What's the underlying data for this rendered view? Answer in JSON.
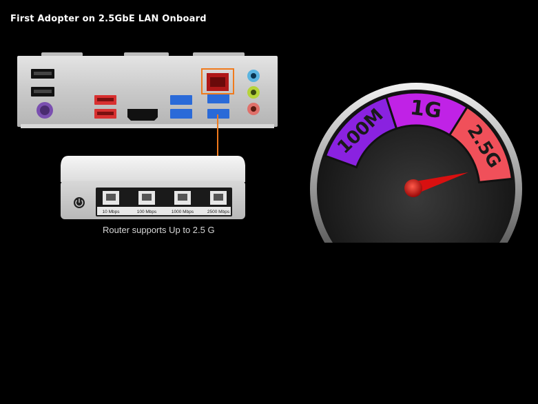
{
  "title": "First Adopter on 2.5GbE LAN Onboard",
  "router": {
    "caption": "Router supports Up to 2.5 G",
    "ports": [
      "10 Mbps",
      "100 Mbps",
      "1000 Mbps",
      "2500 Mbps"
    ],
    "power_icon": "power-icon"
  },
  "gauge": {
    "segments": [
      {
        "label": "100M",
        "color": "#8a22e0"
      },
      {
        "label": "1G",
        "color": "#c022e6"
      },
      {
        "label": "2.5G",
        "color": "#f0505a"
      }
    ],
    "needle_color": "#d81010"
  },
  "colors": {
    "highlight": "#f07a1c",
    "background": "#000000"
  }
}
